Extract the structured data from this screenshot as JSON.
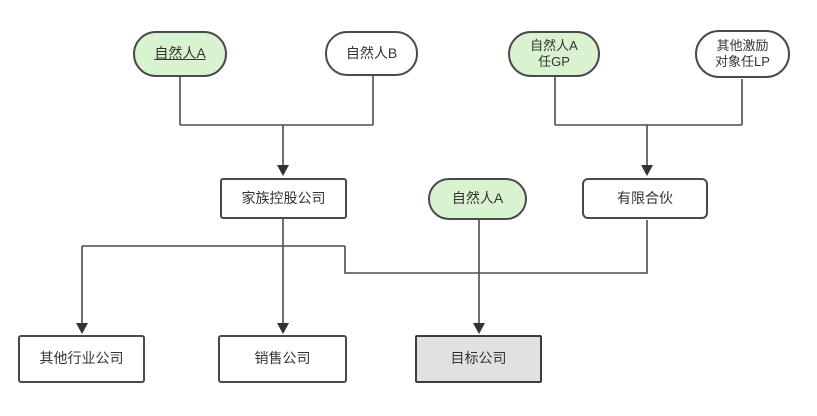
{
  "diagram": {
    "type": "org-structure-flowchart",
    "background": "#ffffff",
    "colors": {
      "highlight_fill": "#d9f2d0",
      "default_fill": "#ffffff",
      "target_fill": "#e1e1e1",
      "node_border": "#4a4a4a",
      "connector_line": "#4d4d4d",
      "arrowhead": "#333333",
      "text": "#333333"
    },
    "nodes": {
      "person_a_top": {
        "label": "自然人A",
        "shape": "pill",
        "variant": "green",
        "underlined": true
      },
      "person_b": {
        "label": "自然人B",
        "shape": "pill",
        "variant": "white",
        "underlined": false
      },
      "person_a_gp": {
        "label": "自然人A\n任GP",
        "shape": "pill",
        "variant": "green",
        "underlined": false
      },
      "incentive_lp": {
        "label": "其他激励\n对象任LP",
        "shape": "pill",
        "variant": "white",
        "underlined": false
      },
      "family_holding": {
        "label": "家族控股公司",
        "shape": "rect",
        "variant": "white",
        "underlined": false
      },
      "person_a_mid": {
        "label": "自然人A",
        "shape": "pill",
        "variant": "green",
        "underlined": false
      },
      "limited_partnership": {
        "label": "有限合伙",
        "shape": "rect",
        "variant": "white",
        "underlined": false
      },
      "other_industry_company": {
        "label": "其他行业公司",
        "shape": "rect",
        "variant": "white",
        "underlined": false
      },
      "sales_company": {
        "label": "销售公司",
        "shape": "rect",
        "variant": "white",
        "underlined": false
      },
      "target_company": {
        "label": "目标公司",
        "shape": "rect",
        "variant": "gray",
        "underlined": false
      }
    },
    "edges": [
      {
        "from": "person_a_top",
        "to": "family_holding"
      },
      {
        "from": "person_b",
        "to": "family_holding"
      },
      {
        "from": "person_a_gp",
        "to": "limited_partnership"
      },
      {
        "from": "incentive_lp",
        "to": "limited_partnership"
      },
      {
        "from": "family_holding",
        "to": "other_industry_company"
      },
      {
        "from": "family_holding",
        "to": "sales_company"
      },
      {
        "from": "family_holding",
        "to": "target_company"
      },
      {
        "from": "person_a_mid",
        "to": "target_company"
      },
      {
        "from": "limited_partnership",
        "to": "target_company"
      }
    ]
  }
}
